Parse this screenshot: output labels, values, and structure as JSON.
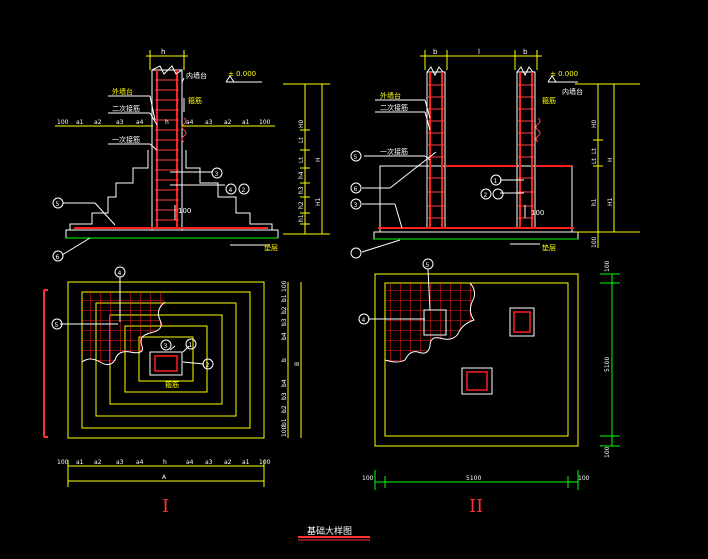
{
  "title": "基础大样图",
  "drawing1": {
    "column_width": "h",
    "elevation": "± 0.000",
    "outer_label": "外墙台",
    "inner_label": "内墙台",
    "hoop": "箍筋",
    "second_rebar": "二次接筋",
    "first_rebar": "一次接筋",
    "cushion": "垫层",
    "dims_h": [
      "100",
      "a1",
      "a2",
      "a3",
      "a4",
      "h",
      "a4",
      "a3",
      "a2",
      "a1",
      "100"
    ],
    "dims_v": [
      "H0",
      "H",
      "Lt",
      "Lt",
      "h4",
      "h3",
      "h2",
      "h1",
      "H1"
    ],
    "small_dim": "100",
    "markers": [
      "5",
      "6",
      "3",
      "4",
      "2"
    ],
    "plan_dims_v": [
      "100",
      "b1",
      "b2",
      "b3",
      "b4",
      "b",
      "b4",
      "b3",
      "b2",
      "b1",
      "100"
    ],
    "plan_total_v": "B",
    "plan_dims_h": [
      "100",
      "a1",
      "a2",
      "a3",
      "a4",
      "h",
      "a4",
      "a3",
      "a2",
      "a1",
      "100"
    ],
    "plan_total_h": "A",
    "plan_hoop": "箍筋",
    "plan_markers": [
      "4",
      "5",
      "3",
      "1",
      "2"
    ],
    "roman": "I"
  },
  "drawing2": {
    "column_width": "b",
    "mid_dim": "l",
    "elevation": "± 0.000",
    "outer_label": "外墙台",
    "inner_label": "内墙台",
    "hoop": "箍筋",
    "second_rebar": "二次接筋",
    "first_rebar": "一次接筋",
    "cushion": "垫层",
    "dims_v": [
      "H0",
      "H",
      "Lt",
      "Lt",
      "h1",
      "H1",
      "100"
    ],
    "small_dim": "100",
    "markers": [
      "5",
      "6",
      "3",
      "1",
      "2"
    ],
    "plan_dims_v": [
      "100",
      "5100",
      "100"
    ],
    "plan_dims_h": [
      "100",
      "5100",
      "100"
    ],
    "plan_markers": [
      "5",
      "4"
    ],
    "roman": "II"
  }
}
